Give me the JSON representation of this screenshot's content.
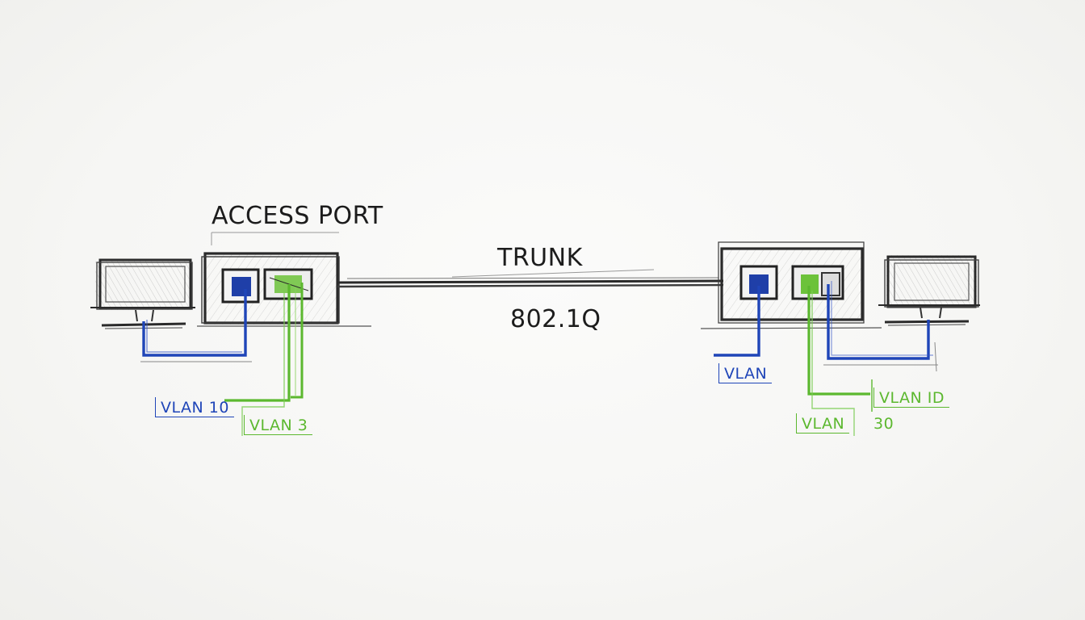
{
  "labels": {
    "access_port": "ACCESS PORT",
    "trunk": "TRUNK",
    "protocol": "802.1Q",
    "left_vlan_a": "VLAN 10",
    "left_vlan_b": "VLAN 3",
    "right_vlan_a": "VLAN",
    "right_vlan_b": "VLAN",
    "right_vlan_c": "VLAN ID",
    "right_vlan_c_number": "30"
  },
  "colors": {
    "ink": "#1f1f1f",
    "vlan_blue": "#1f45b8",
    "vlan_green": "#5cb82f",
    "port_blue": "#1f3fa8",
    "port_green": "#6cc23a"
  },
  "icons": {
    "left_device": "monitor-icon",
    "right_device": "monitor-icon",
    "left_switch": "switch-icon",
    "right_switch": "switch-icon"
  }
}
